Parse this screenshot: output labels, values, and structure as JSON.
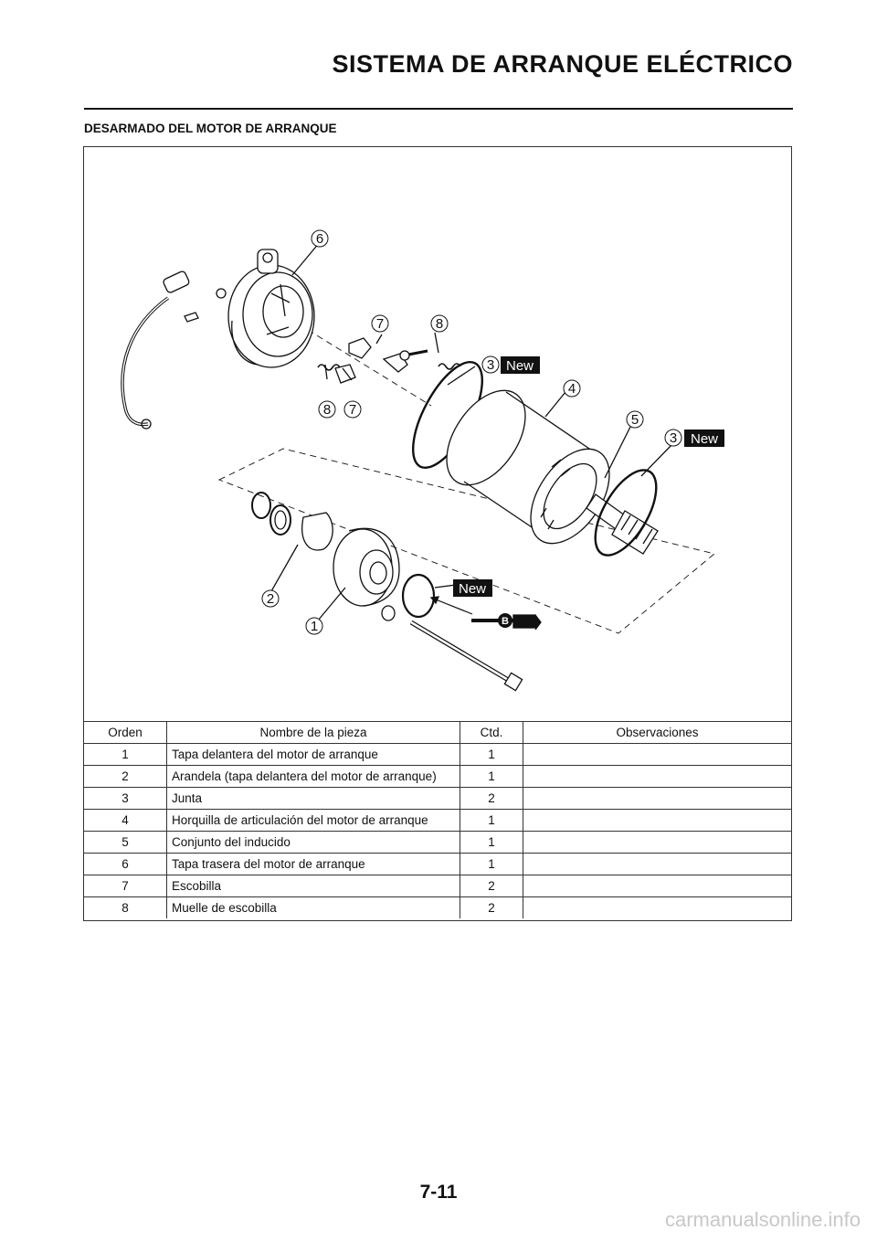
{
  "header": {
    "title": "SISTEMA DE ARRANQUE ELÉCTRICO"
  },
  "section": {
    "title": "DESARMADO DEL MOTOR DE ARRANQUE"
  },
  "diagram": {
    "callouts": [
      "1",
      "2",
      "3",
      "3",
      "4",
      "5",
      "6",
      "7",
      "7",
      "8",
      "8"
    ],
    "new_tag": "New",
    "lubricant_mark": "B"
  },
  "table": {
    "headers": [
      "Orden",
      "Nombre de la pieza",
      "Ctd.",
      "Observaciones"
    ],
    "rows": [
      {
        "order": "1",
        "name": "Tapa delantera del motor de arranque",
        "qty": "1",
        "obs": ""
      },
      {
        "order": "2",
        "name": "Arandela (tapa delantera del motor de arranque)",
        "qty": "1",
        "obs": ""
      },
      {
        "order": "3",
        "name": "Junta",
        "qty": "2",
        "obs": ""
      },
      {
        "order": "4",
        "name": "Horquilla de articulación del motor de arranque",
        "qty": "1",
        "obs": ""
      },
      {
        "order": "5",
        "name": "Conjunto del inducido",
        "qty": "1",
        "obs": ""
      },
      {
        "order": "6",
        "name": "Tapa trasera del motor de arranque",
        "qty": "1",
        "obs": ""
      },
      {
        "order": "7",
        "name": "Escobilla",
        "qty": "2",
        "obs": ""
      },
      {
        "order": "8",
        "name": "Muelle de escobilla",
        "qty": "2",
        "obs": ""
      }
    ]
  },
  "footer": {
    "page_number": "7-11",
    "watermark": "carmanualsonline.info"
  }
}
